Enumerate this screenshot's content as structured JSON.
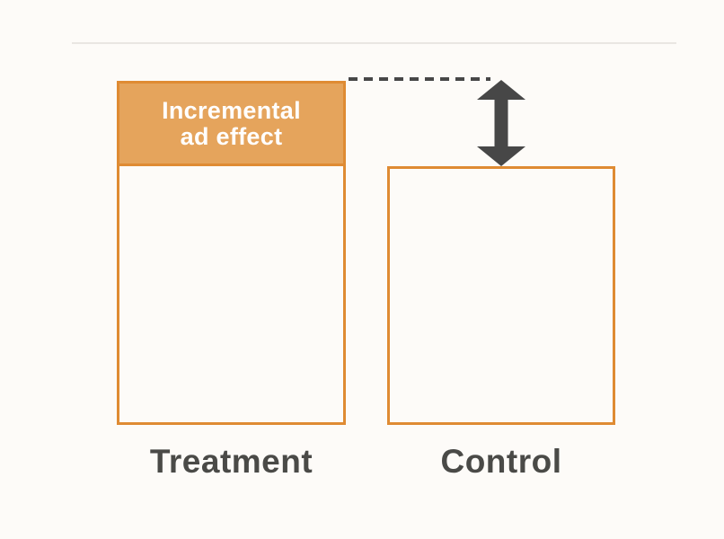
{
  "diagram": {
    "treatment": {
      "label": "Treatment",
      "segment_label": "Incremental ad effect"
    },
    "control": {
      "label": "Control"
    },
    "annotation": "difference between treatment and control bar tops shown by dashed reference line and double-headed arrow"
  },
  "colors": {
    "background": "#fdfbf8",
    "orange_fill": "#e5a45c",
    "orange_border": "#df8b33",
    "arrow_gray": "#474747",
    "label_gray": "#4a4a47",
    "divider_gray": "#e9e6e2",
    "segment_text": "#ffffff"
  }
}
